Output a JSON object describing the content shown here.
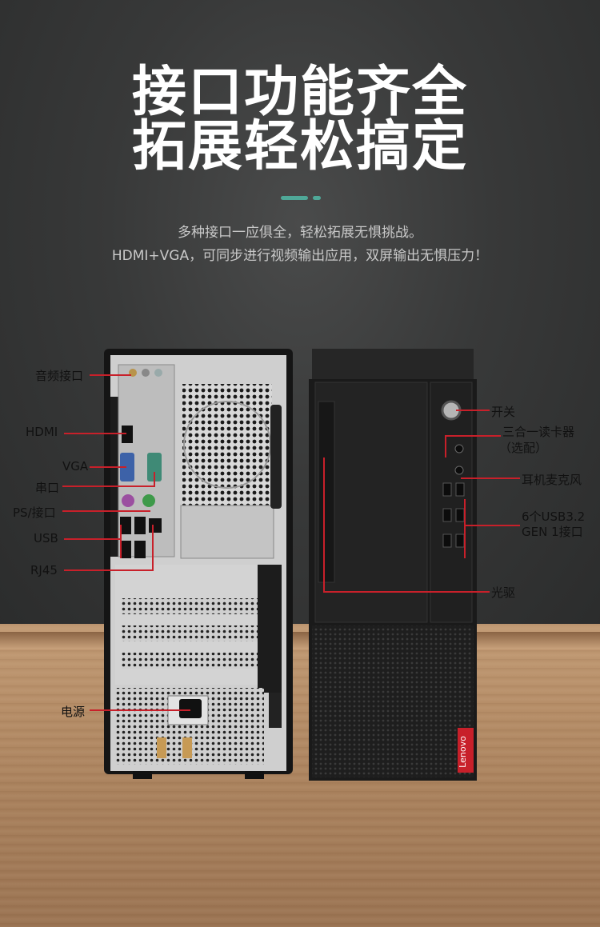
{
  "header": {
    "title_line1": "接口功能齐全",
    "title_line2": "拓展轻松搞定",
    "subtitle_line1": "多种接口一应俱全，轻松拓展无惧挑战。",
    "subtitle_line2": "HDMI+VGA，可同步进行视频输出应用，双屏输出无惧压力！",
    "accent_color": "#4fa898"
  },
  "rear_labels": {
    "audio": "音频接口",
    "hdmi": "HDMI",
    "vga": "VGA",
    "serial": "串口",
    "ps2": "PS/接口",
    "usb": "USB",
    "rj45": "RJ45",
    "power": "电源"
  },
  "front_labels": {
    "power_button": "开关",
    "card_reader_line1": "三合一读卡器",
    "card_reader_line2": "（选配）",
    "headset": "耳机麦克风",
    "usb_line1": "6个USB3.2",
    "usb_line2": "GEN 1接口",
    "optical": "光驱"
  },
  "brand": "Lenovo",
  "line_color": "#c8202a"
}
